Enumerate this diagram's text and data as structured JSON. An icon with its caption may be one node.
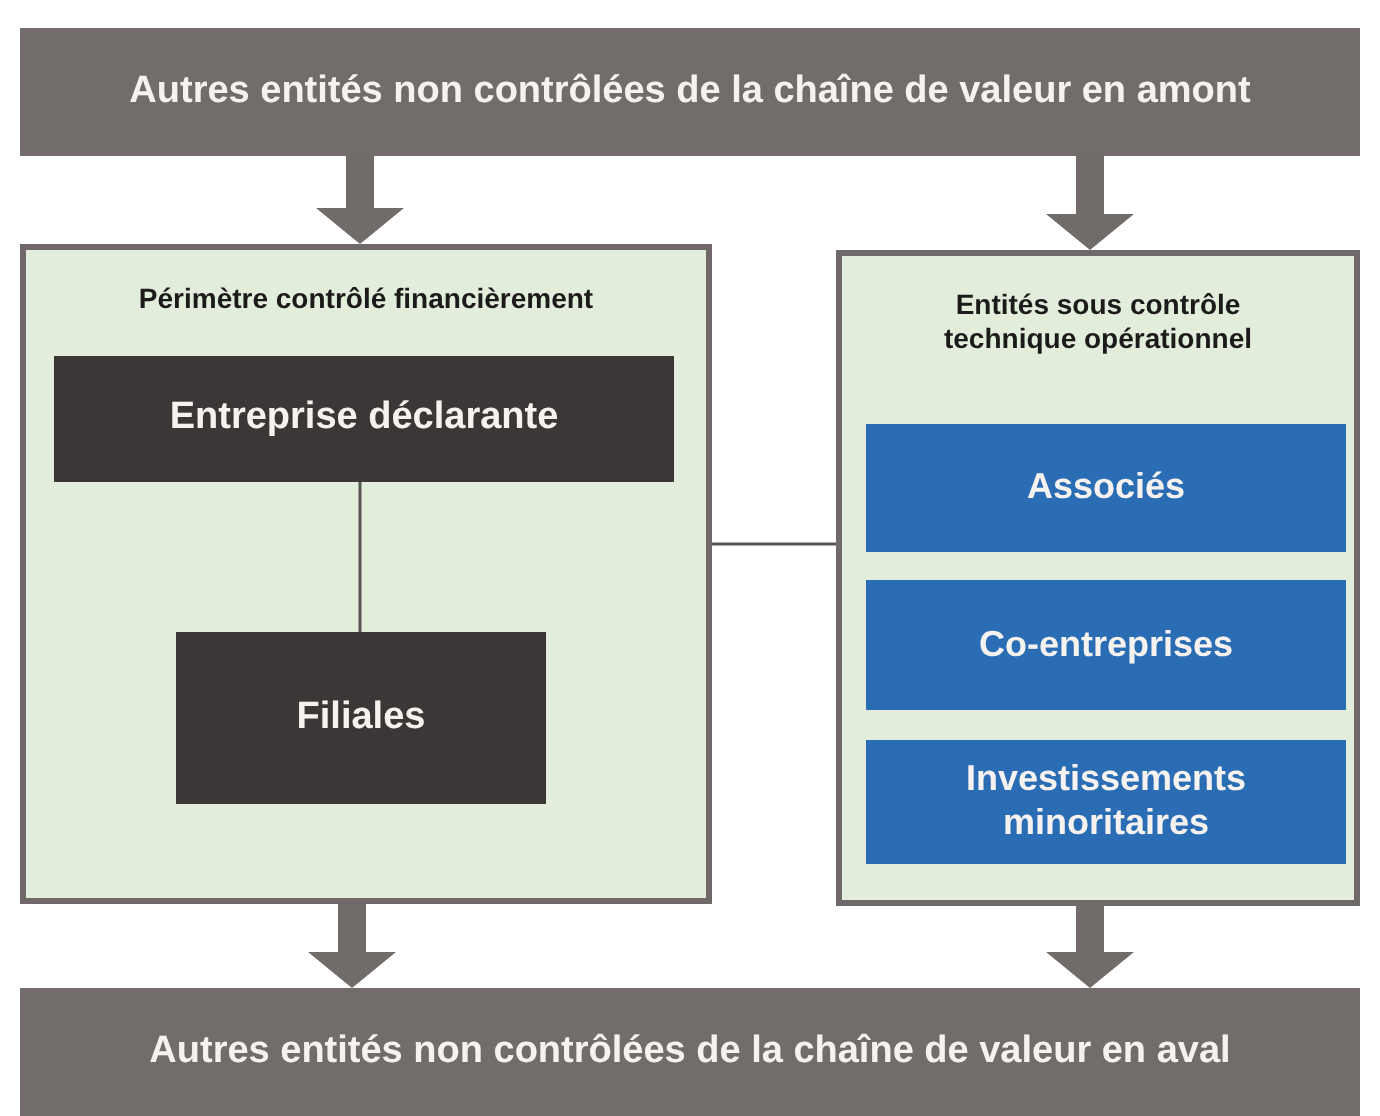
{
  "diagram": {
    "nodes": [
      {
        "text": [
          "Autres entités non contrôlées de la chaîne de valeur en amont"
        ]
      },
      {
        "text": [
          "Périmètre contrôlé financièrement"
        ]
      },
      {
        "text": [
          "Entreprise déclarante"
        ],
        "in": 1
      },
      {
        "text": [
          "Filiales"
        ],
        "in": 1
      },
      {
        "text": [
          "Entités sous contrôle technique opérationnel"
        ]
      },
      {
        "text": [
          "Associés"
        ],
        "in": 4
      },
      {
        "text": [
          "Co-entreprises"
        ],
        "in": 4
      },
      {
        "text": [
          "Investissements minoritaires"
        ],
        "in": 4
      },
      {
        "text": [
          "Autres entités non contrôlées de la chaîne de valeur en aval"
        ]
      }
    ],
    "edges": [
      {
        "from": 0,
        "to": 1,
        "arrow": "to",
        "style": "thick"
      },
      {
        "from": 0,
        "to": 4,
        "arrow": "to",
        "style": "thick"
      },
      {
        "from": 2,
        "to": 3,
        "arrow": "none"
      },
      {
        "from": 1,
        "to": 4,
        "arrow": "none"
      },
      {
        "from": 1,
        "to": 8,
        "arrow": "to",
        "style": "thick"
      },
      {
        "from": 4,
        "to": 8,
        "arrow": "to",
        "style": "thick"
      }
    ]
  }
}
